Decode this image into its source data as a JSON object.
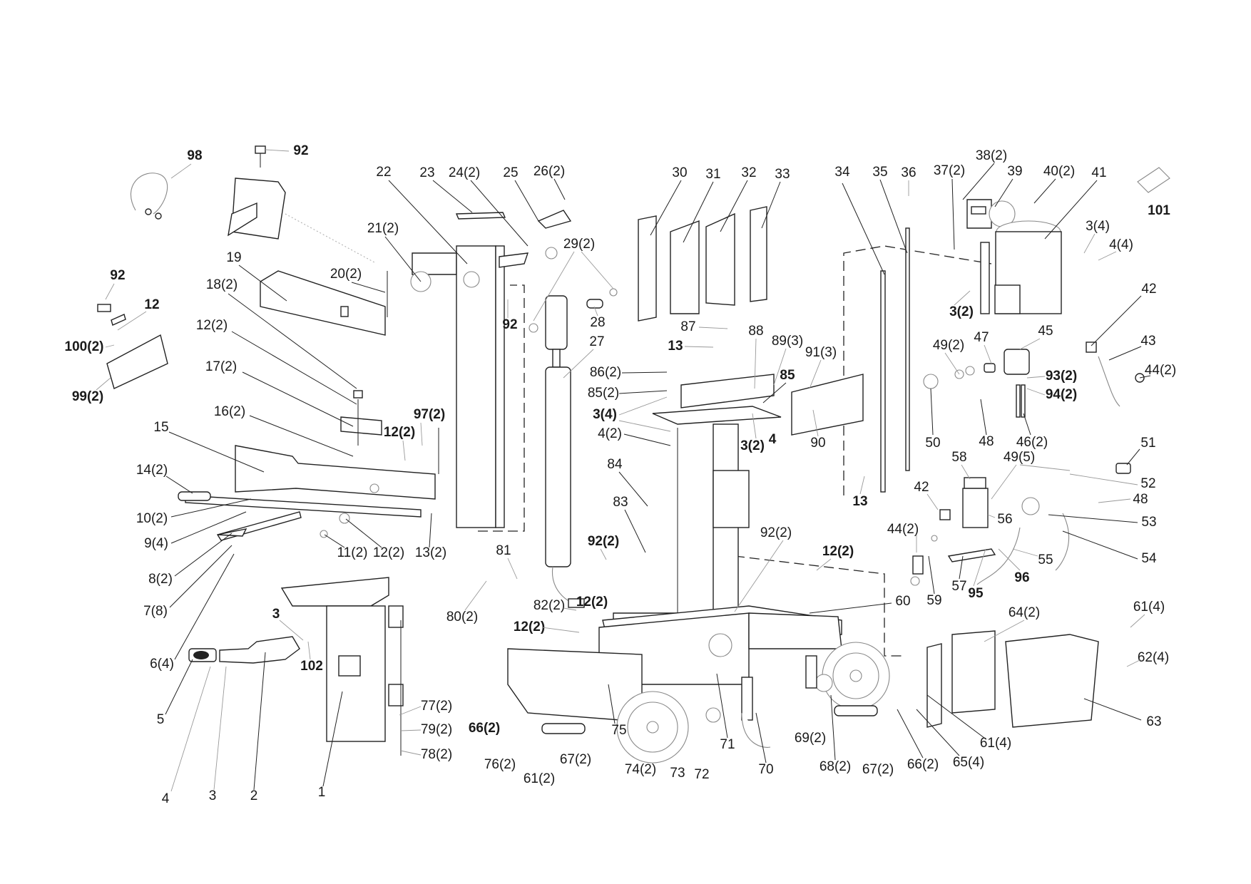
{
  "diagram": {
    "type": "exploded-parts-diagram",
    "callouts": [
      {
        "id": "98",
        "text": "98",
        "bold": true
      },
      {
        "id": "92-top",
        "text": "92",
        "bold": true
      },
      {
        "id": "92-left",
        "text": "92",
        "bold": true
      },
      {
        "id": "12-left",
        "text": "12",
        "bold": true
      },
      {
        "id": "100",
        "text": "100(2)",
        "bold": true
      },
      {
        "id": "99",
        "text": "99(2)",
        "bold": true
      },
      {
        "id": "19",
        "text": "19",
        "bold": false
      },
      {
        "id": "18",
        "text": "18(2)",
        "bold": false
      },
      {
        "id": "20",
        "text": "20(2)",
        "bold": false
      },
      {
        "id": "12-a",
        "text": "12(2)",
        "bold": false
      },
      {
        "id": "17",
        "text": "17(2)",
        "bold": false
      },
      {
        "id": "16",
        "text": "16(2)",
        "bold": false
      },
      {
        "id": "15",
        "text": "15",
        "bold": false
      },
      {
        "id": "97",
        "text": "97(2)",
        "bold": true
      },
      {
        "id": "12-b",
        "text": "12(2)",
        "bold": true
      },
      {
        "id": "14",
        "text": "14(2)",
        "bold": false
      },
      {
        "id": "10",
        "text": "10(2)",
        "bold": false
      },
      {
        "id": "9",
        "text": "9(4)",
        "bold": false
      },
      {
        "id": "8",
        "text": "8(2)",
        "bold": false
      },
      {
        "id": "7",
        "text": "7(8)",
        "bold": false
      },
      {
        "id": "6",
        "text": "6(4)",
        "bold": false
      },
      {
        "id": "11",
        "text": "11(2)",
        "bold": false
      },
      {
        "id": "12-c",
        "text": "12(2)",
        "bold": false
      },
      {
        "id": "13-a",
        "text": "13(2)",
        "bold": false
      },
      {
        "id": "3-left",
        "text": "3",
        "bold": true
      },
      {
        "id": "102",
        "text": "102",
        "bold": true
      },
      {
        "id": "5",
        "text": "5",
        "bold": false
      },
      {
        "id": "4-bottom",
        "text": "4",
        "bold": false
      },
      {
        "id": "3-bottom",
        "text": "3",
        "bold": false
      },
      {
        "id": "2",
        "text": "2",
        "bold": false
      },
      {
        "id": "1",
        "text": "1",
        "bold": false
      },
      {
        "id": "77",
        "text": "77(2)",
        "bold": false
      },
      {
        "id": "79",
        "text": "79(2)",
        "bold": false
      },
      {
        "id": "78",
        "text": "78(2)",
        "bold": false
      },
      {
        "id": "22",
        "text": "22",
        "bold": false
      },
      {
        "id": "23",
        "text": "23",
        "bold": false
      },
      {
        "id": "24",
        "text": "24(2)",
        "bold": false
      },
      {
        "id": "25",
        "text": "25",
        "bold": false
      },
      {
        "id": "26",
        "text": "26(2)",
        "bold": false
      },
      {
        "id": "21",
        "text": "21(2)",
        "bold": false
      },
      {
        "id": "29",
        "text": "29(2)",
        "bold": false
      },
      {
        "id": "92-mid",
        "text": "92",
        "bold": true
      },
      {
        "id": "28",
        "text": "28",
        "bold": false
      },
      {
        "id": "27",
        "text": "27",
        "bold": false
      },
      {
        "id": "30",
        "text": "30",
        "bold": false
      },
      {
        "id": "31",
        "text": "31",
        "bold": false
      },
      {
        "id": "32",
        "text": "32",
        "bold": false
      },
      {
        "id": "33",
        "text": "33",
        "bold": false
      },
      {
        "id": "87",
        "text": "87",
        "bold": false
      },
      {
        "id": "13-b",
        "text": "13",
        "bold": true
      },
      {
        "id": "88",
        "text": "88",
        "bold": false
      },
      {
        "id": "89",
        "text": "89(3)",
        "bold": false
      },
      {
        "id": "91",
        "text": "91(3)",
        "bold": false
      },
      {
        "id": "86",
        "text": "86(2)",
        "bold": false
      },
      {
        "id": "85-a",
        "text": "85(2)",
        "bold": false
      },
      {
        "id": "85-b",
        "text": "85",
        "bold": true
      },
      {
        "id": "3-4-mid",
        "text": "3(4)",
        "bold": true
      },
      {
        "id": "4-2-mid",
        "text": "4(2)",
        "bold": false
      },
      {
        "id": "3-2-mid",
        "text": "3(2)",
        "bold": true
      },
      {
        "id": "4-mid",
        "text": "4",
        "bold": true
      },
      {
        "id": "90",
        "text": "90",
        "bold": false
      },
      {
        "id": "84",
        "text": "84",
        "bold": false
      },
      {
        "id": "83",
        "text": "83",
        "bold": false
      },
      {
        "id": "81",
        "text": "81",
        "bold": false
      },
      {
        "id": "92-2-a",
        "text": "92(2)",
        "bold": true
      },
      {
        "id": "92-2-b",
        "text": "92(2)",
        "bold": false
      },
      {
        "id": "12-d",
        "text": "12(2)",
        "bold": true
      },
      {
        "id": "80",
        "text": "80(2)",
        "bold": false
      },
      {
        "id": "82",
        "text": "82(2)",
        "bold": false
      },
      {
        "id": "12-e",
        "text": "12(2)",
        "bold": true
      },
      {
        "id": "12-f",
        "text": "12(2)",
        "bold": true
      },
      {
        "id": "60",
        "text": "60",
        "bold": false
      },
      {
        "id": "66-a",
        "text": "66(2)",
        "bold": true
      },
      {
        "id": "75",
        "text": "75",
        "bold": false
      },
      {
        "id": "76",
        "text": "76(2)",
        "bold": false
      },
      {
        "id": "61-a",
        "text": "61(2)",
        "bold": false
      },
      {
        "id": "67-a",
        "text": "67(2)",
        "bold": false
      },
      {
        "id": "74",
        "text": "74(2)",
        "bold": false
      },
      {
        "id": "73",
        "text": "73",
        "bold": false
      },
      {
        "id": "72",
        "text": "72",
        "bold": false
      },
      {
        "id": "71",
        "text": "71",
        "bold": false
      },
      {
        "id": "70",
        "text": "70",
        "bold": false
      },
      {
        "id": "69",
        "text": "69(2)",
        "bold": false
      },
      {
        "id": "68",
        "text": "68(2)",
        "bold": false
      },
      {
        "id": "67-b",
        "text": "67(2)",
        "bold": false
      },
      {
        "id": "66-b",
        "text": "66(2)",
        "bold": false
      },
      {
        "id": "65",
        "text": "65(4)",
        "bold": false
      },
      {
        "id": "61-b",
        "text": "61(4)",
        "bold": false
      },
      {
        "id": "61-c",
        "text": "61(4)",
        "bold": false
      },
      {
        "id": "62",
        "text": "62(4)",
        "bold": false
      },
      {
        "id": "63",
        "text": "63",
        "bold": false
      },
      {
        "id": "64",
        "text": "64(2)",
        "bold": false
      },
      {
        "id": "34",
        "text": "34",
        "bold": false
      },
      {
        "id": "35",
        "text": "35",
        "bold": false
      },
      {
        "id": "36",
        "text": "36",
        "bold": false
      },
      {
        "id": "37",
        "text": "37(2)",
        "bold": false
      },
      {
        "id": "38",
        "text": "38(2)",
        "bold": false
      },
      {
        "id": "39",
        "text": "39",
        "bold": false
      },
      {
        "id": "40",
        "text": "40(2)",
        "bold": false
      },
      {
        "id": "41",
        "text": "41",
        "bold": false
      },
      {
        "id": "101",
        "text": "101",
        "bold": true
      },
      {
        "id": "3-4-right",
        "text": "3(4)",
        "bold": false
      },
      {
        "id": "4-4-right",
        "text": "4(4)",
        "bold": false
      },
      {
        "id": "3-2-right",
        "text": "3(2)",
        "bold": true
      },
      {
        "id": "42-a",
        "text": "42",
        "bold": false
      },
      {
        "id": "43",
        "text": "43",
        "bold": false
      },
      {
        "id": "44-a",
        "text": "44(2)",
        "bold": false
      },
      {
        "id": "45",
        "text": "45",
        "bold": false
      },
      {
        "id": "47",
        "text": "47",
        "bold": false
      },
      {
        "id": "49-2",
        "text": "49(2)",
        "bold": false
      },
      {
        "id": "93",
        "text": "93(2)",
        "bold": true
      },
      {
        "id": "94",
        "text": "94(2)",
        "bold": true
      },
      {
        "id": "50",
        "text": "50",
        "bold": false
      },
      {
        "id": "48-a",
        "text": "48",
        "bold": false
      },
      {
        "id": "46",
        "text": "46(2)",
        "bold": false
      },
      {
        "id": "13-c",
        "text": "13",
        "bold": true
      },
      {
        "id": "58",
        "text": "58",
        "bold": false
      },
      {
        "id": "49-5",
        "text": "49(5)",
        "bold": false
      },
      {
        "id": "51",
        "text": "51",
        "bold": false
      },
      {
        "id": "52",
        "text": "52",
        "bold": false
      },
      {
        "id": "48-b",
        "text": "48",
        "bold": false
      },
      {
        "id": "42-b",
        "text": "42",
        "bold": false
      },
      {
        "id": "53",
        "text": "53",
        "bold": false
      },
      {
        "id": "56",
        "text": "56",
        "bold": false
      },
      {
        "id": "54",
        "text": "54",
        "bold": false
      },
      {
        "id": "44-b",
        "text": "44(2)",
        "bold": false
      },
      {
        "id": "55",
        "text": "55",
        "bold": false
      },
      {
        "id": "96",
        "text": "96",
        "bold": true
      },
      {
        "id": "57",
        "text": "57",
        "bold": false
      },
      {
        "id": "95",
        "text": "95",
        "bold": true
      },
      {
        "id": "59",
        "text": "59",
        "bold": false
      }
    ]
  }
}
